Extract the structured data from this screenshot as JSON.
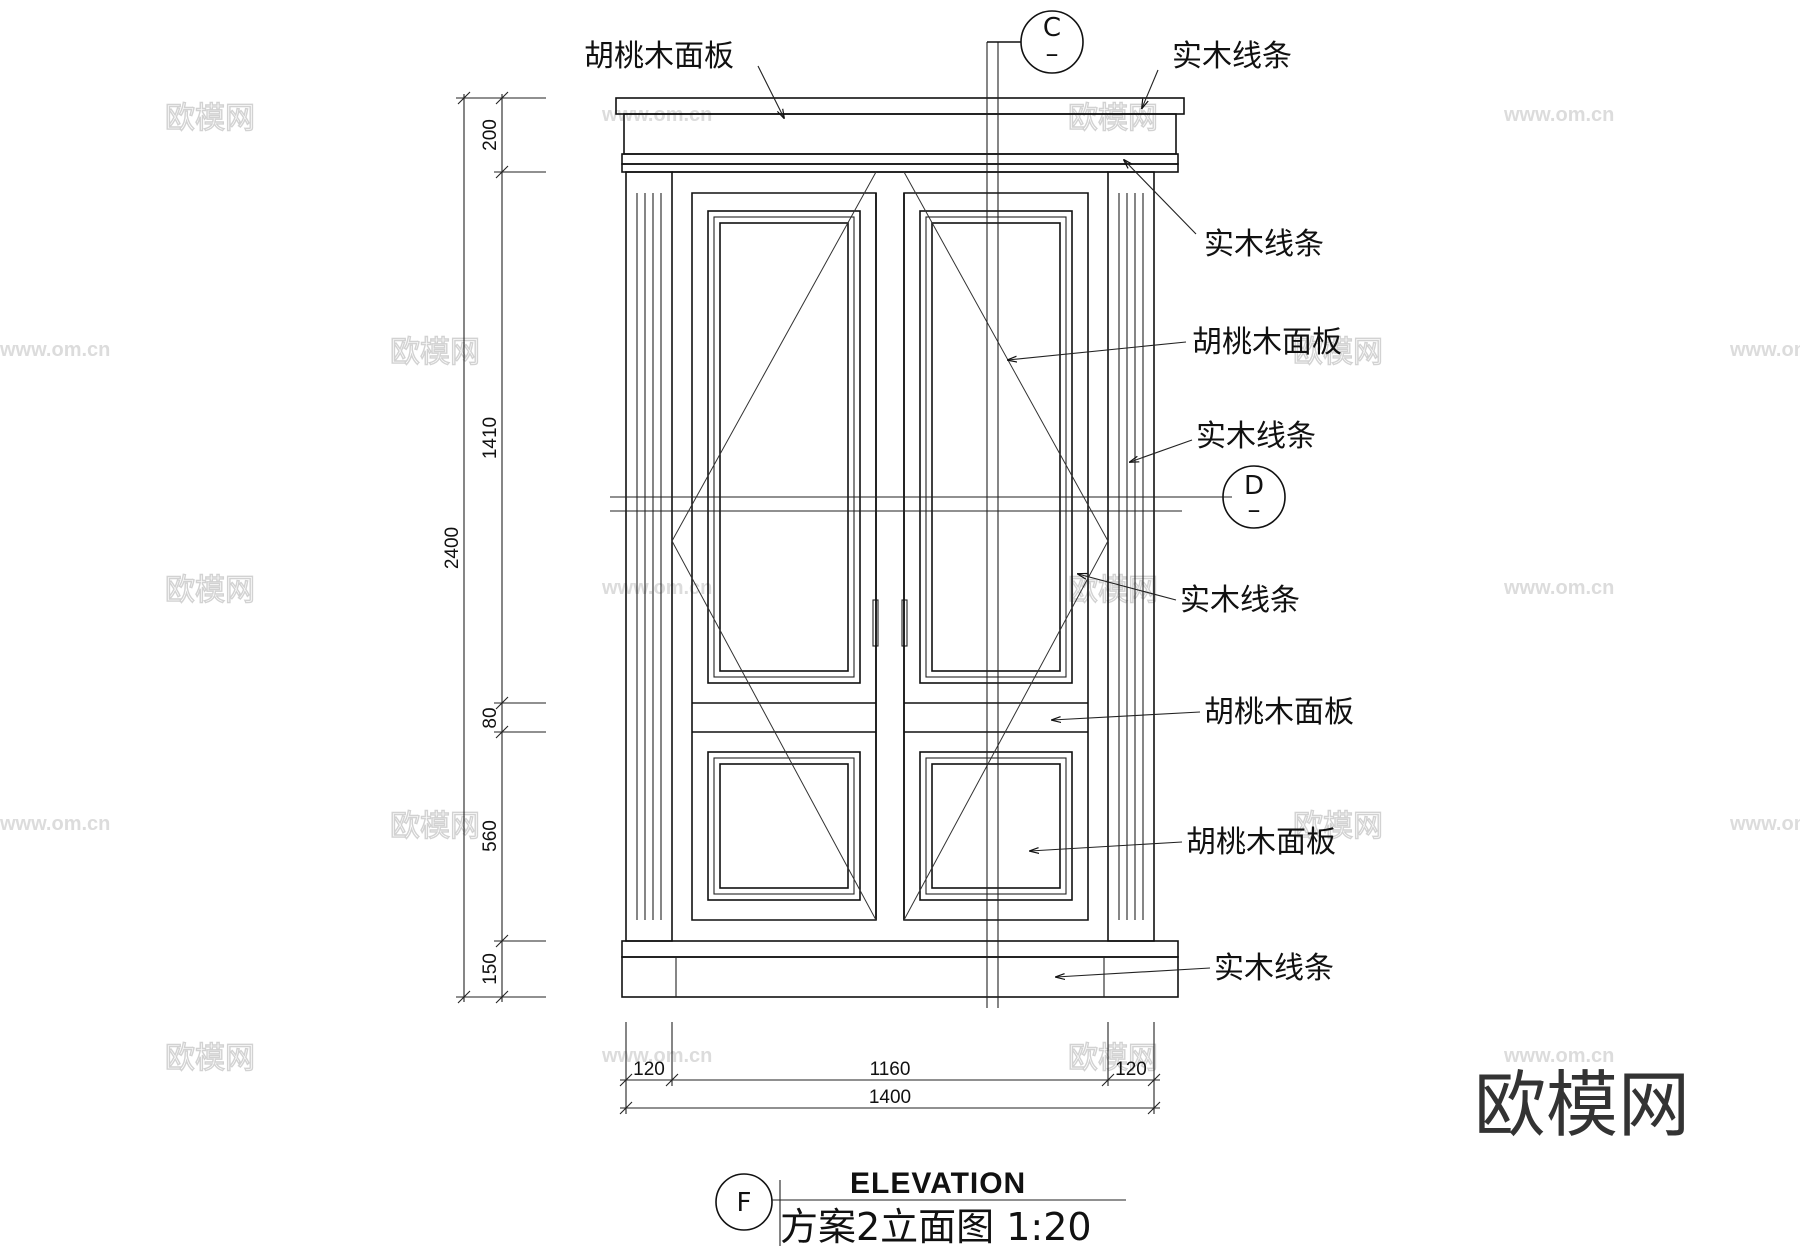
{
  "watermark": {
    "logo_text": "欧模网",
    "url_text": "www.om.cn"
  },
  "brand_logo": "欧模网",
  "section_markers": {
    "top": {
      "letter": "C",
      "sub": "–"
    },
    "right": {
      "letter": "D",
      "sub": "–"
    }
  },
  "callouts": [
    "胡桃木面板",
    "实木线条",
    "实木线条",
    "胡桃木面板",
    "实木线条",
    "实木线条",
    "胡桃木面板",
    "胡桃木面板",
    "实木线条"
  ],
  "dimensions": {
    "vertical": {
      "total": "2400",
      "segments": [
        "200",
        "1410",
        "80",
        "560",
        "150"
      ]
    },
    "horizontal": {
      "left": "120",
      "middle": "1160",
      "right": "120",
      "total": "1400"
    }
  },
  "title_block": {
    "marker": "F",
    "title_en": "ELEVATION",
    "title_cn": "方案2立面图  1:20"
  }
}
